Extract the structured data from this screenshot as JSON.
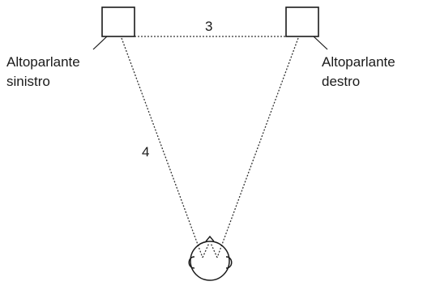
{
  "speakers": {
    "left": {
      "label_line1": "Altoparlante",
      "label_line2": "sinistro"
    },
    "right": {
      "label_line1": "Altoparlante",
      "label_line2": "destro"
    }
  },
  "distances": {
    "between_speakers": "3",
    "speaker_to_listener": "4"
  }
}
